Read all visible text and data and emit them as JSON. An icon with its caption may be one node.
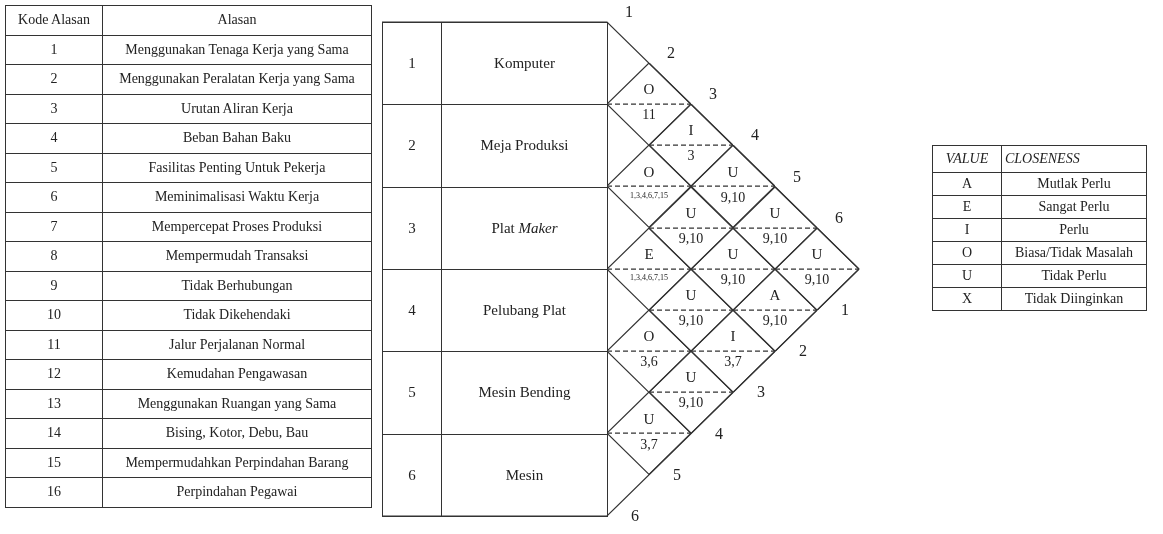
{
  "diagram": {
    "nodes": [
      {
        "text": [
          "1",
          "Komputer"
        ]
      },
      {
        "text": [
          "2",
          "Meja Produksi"
        ]
      },
      {
        "text": [
          "3",
          "Plat *Maker*"
        ]
      },
      {
        "text": [
          "4",
          "Pelubang Plat"
        ]
      },
      {
        "text": [
          "5",
          "Mesin Bending"
        ]
      },
      {
        "text": [
          "6",
          "Mesin"
        ]
      },
      {
        "text": [
          "O",
          "11"
        ]
      },
      {
        "text": [
          "I",
          "3"
        ]
      },
      {
        "text": [
          "U",
          "9,10"
        ]
      },
      {
        "text": [
          "U",
          "9,10"
        ]
      },
      {
        "text": [
          "U",
          "9,10"
        ]
      },
      {
        "text": [
          "O",
          "1,3,4,6,7,15"
        ]
      },
      {
        "text": [
          "U",
          "9,10"
        ]
      },
      {
        "text": [
          "U",
          "9,10"
        ]
      },
      {
        "text": [
          "A",
          "9,10"
        ]
      },
      {
        "text": [
          "E",
          "1,3,4,6,7,15"
        ]
      },
      {
        "text": [
          "U",
          "9,10"
        ]
      },
      {
        "text": [
          "I",
          "3,7"
        ]
      },
      {
        "text": [
          "O",
          "3,6"
        ]
      },
      {
        "text": [
          "U",
          "9,10"
        ]
      },
      {
        "text": [
          "U",
          "3,7"
        ]
      }
    ],
    "labels": [
      "Kode Alasan",
      "Alasan",
      "1",
      "Menggunakan Tenaga Kerja yang Sama",
      "2",
      "Menggunakan Peralatan Kerja yang Sama",
      "3",
      "Urutan Aliran Kerja",
      "4",
      "Beban Bahan Baku",
      "5",
      "Fasilitas Penting Untuk Pekerja",
      "6",
      "Meminimalisasi Waktu Kerja",
      "7",
      "Mempercepat Proses Produksi",
      "8",
      "Mempermudah Transaksi",
      "9",
      "Tidak Berhubungan",
      "10",
      "Tidak Dikehendaki",
      "11",
      "Jalur Perjalanan Normal",
      "12",
      "Kemudahan Pengawasan",
      "13",
      "Menggunakan Ruangan yang Sama",
      "14",
      "Bising, Kotor, Debu, Bau",
      "15",
      "Mempermudahkan Perpindahan Barang",
      "16",
      "Perpindahan Pegawai",
      "VALUE",
      "CLOSENESS",
      "A",
      "Mutlak Perlu",
      "E",
      "Sangat Perlu",
      "I",
      "Perlu",
      "O",
      "Biasa/Tidak Masalah",
      "U",
      "Tidak Perlu",
      "X",
      "Tidak Diinginkan",
      "1",
      "2",
      "3",
      "4",
      "5",
      "6",
      "1",
      "2",
      "3",
      "4",
      "5",
      "6"
    ]
  }
}
